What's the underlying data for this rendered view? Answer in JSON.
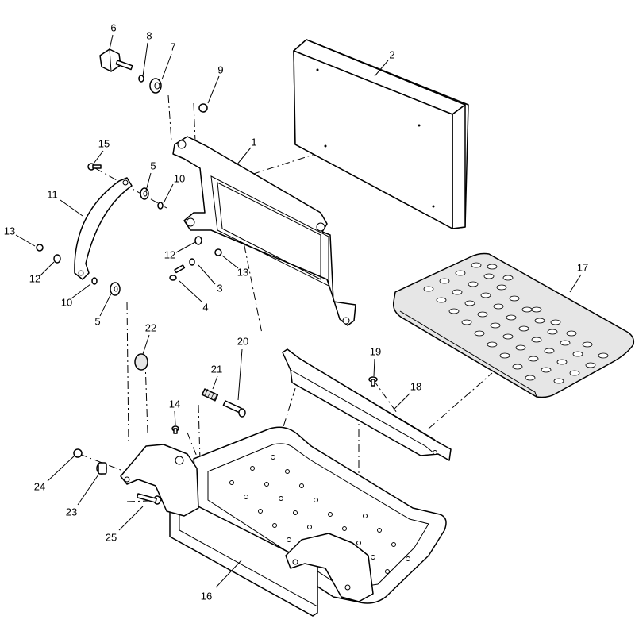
{
  "callouts": [
    {
      "id": "c1",
      "text": "1"
    },
    {
      "id": "c2",
      "text": "2"
    },
    {
      "id": "c3",
      "text": "3"
    },
    {
      "id": "c4",
      "text": "4"
    },
    {
      "id": "c5a",
      "text": "5"
    },
    {
      "id": "c5b",
      "text": "5"
    },
    {
      "id": "c6",
      "text": "6"
    },
    {
      "id": "c7",
      "text": "7"
    },
    {
      "id": "c8",
      "text": "8"
    },
    {
      "id": "c9",
      "text": "9"
    },
    {
      "id": "c10a",
      "text": "10"
    },
    {
      "id": "c10b",
      "text": "10"
    },
    {
      "id": "c11",
      "text": "11"
    },
    {
      "id": "c12a",
      "text": "12"
    },
    {
      "id": "c12b",
      "text": "12"
    },
    {
      "id": "c13a",
      "text": "13"
    },
    {
      "id": "c13b",
      "text": "13"
    },
    {
      "id": "c14",
      "text": "14"
    },
    {
      "id": "c15",
      "text": "15"
    },
    {
      "id": "c16",
      "text": "16"
    },
    {
      "id": "c17",
      "text": "17"
    },
    {
      "id": "c18",
      "text": "18"
    },
    {
      "id": "c19",
      "text": "19"
    },
    {
      "id": "c20",
      "text": "20"
    },
    {
      "id": "c21",
      "text": "21"
    },
    {
      "id": "c22",
      "text": "22"
    },
    {
      "id": "c23",
      "text": "23"
    },
    {
      "id": "c24",
      "text": "24"
    },
    {
      "id": "c25",
      "text": "25"
    }
  ]
}
